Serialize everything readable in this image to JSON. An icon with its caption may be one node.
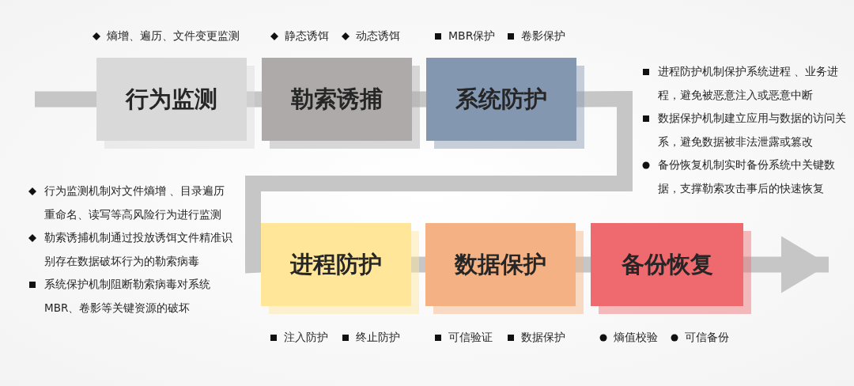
{
  "diagram": {
    "nodes": [
      {
        "text": [
          "行为监测"
        ],
        "beside": [
          "熵增、遍历、文件变更监测"
        ]
      },
      {
        "text": [
          "勒索诱捕"
        ],
        "beside": [
          "静态诱饵",
          "动态诱饵"
        ]
      },
      {
        "text": [
          "系统防护"
        ],
        "beside": [
          "MBR保护",
          "卷影保护"
        ]
      },
      {
        "text": [
          "进程防护"
        ],
        "beside": [
          "注入防护",
          "终止防护"
        ]
      },
      {
        "text": [
          "数据保护"
        ],
        "beside": [
          "可信验证",
          "数据保护"
        ]
      },
      {
        "text": [
          "备份恢复"
        ],
        "beside": [
          "熵值校验",
          "可信备份"
        ]
      }
    ],
    "edges": [
      {
        "from": null,
        "to": 0,
        "arrow": "none"
      },
      {
        "from": 0,
        "to": 1,
        "arrow": "none"
      },
      {
        "from": 1,
        "to": 2,
        "arrow": "none"
      },
      {
        "from": 2,
        "to": 3,
        "arrow": "none"
      },
      {
        "from": 3,
        "to": 4,
        "arrow": "none"
      },
      {
        "from": 4,
        "to": 5,
        "arrow": "none"
      },
      {
        "from": 5,
        "to": null,
        "arrow": "to"
      }
    ],
    "labels": [
      "进程防护机制保护系统进程 、业务进程，避免被恶意注入或恶意中断",
      "数据保护机制建立应用与数据的访问关系，避免数据被非法泄露或篡改",
      "备份恢复机制实时备份系统中关键数据，支撑勒索攻击事后的快速恢复",
      "行为监测机制对文件熵增 、目录遍历重命名、读写等高风险行为进行监测",
      "勒索诱捕机制通过投放诱饵文件精准识别存在数据破坏行为的勒索病毒",
      "系统保护机制阻断勒索病毒对系统MBR、卷影等关键资源的破坏"
    ]
  }
}
